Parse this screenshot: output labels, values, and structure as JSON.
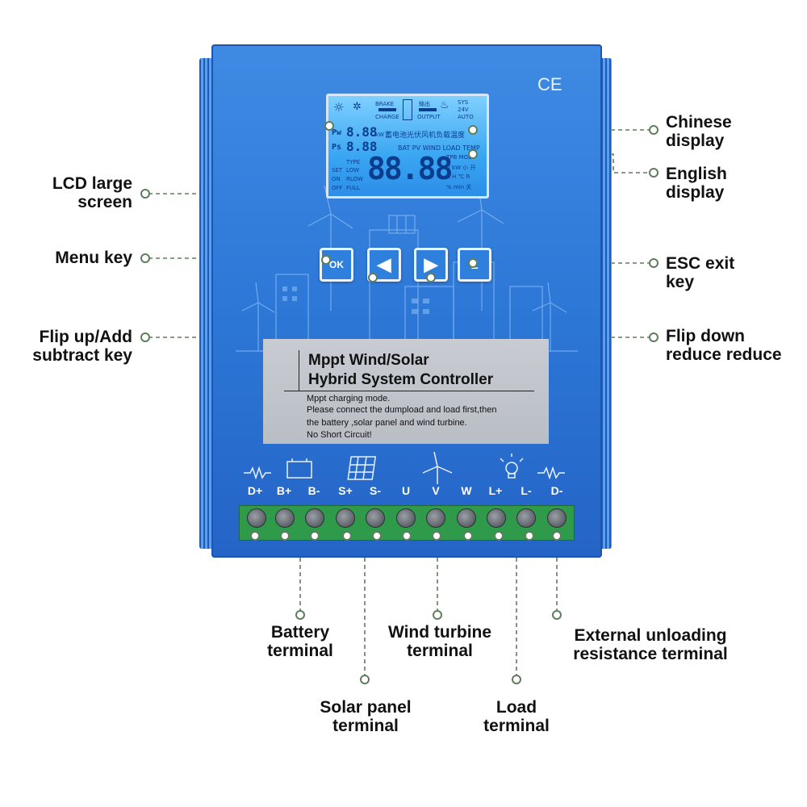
{
  "callouts": {
    "lcd": {
      "line1": "LCD large",
      "line2": "screen"
    },
    "menu": {
      "line1": "Menu key"
    },
    "flip_up": {
      "line1": "Flip up/Add",
      "line2": "subtract key"
    },
    "chinese": {
      "line1": "Chinese",
      "line2": "display"
    },
    "english": {
      "line1": "English",
      "line2": "display"
    },
    "esc": {
      "line1": "ESC exit",
      "line2": "key"
    },
    "flip_down": {
      "line1": "Flip down",
      "line2": "reduce reduce"
    },
    "battery": {
      "line1": "Battery",
      "line2": "terminal"
    },
    "wind": {
      "line1": "Wind turbine",
      "line2": "terminal"
    },
    "external": {
      "line1": "External unloading",
      "line2": "resistance terminal"
    },
    "solar": {
      "line1": "Solar panel",
      "line2": "terminal"
    },
    "load": {
      "line1": "Load",
      "line2": "terminal"
    }
  },
  "device": {
    "ce_mark": "CE",
    "lcd": {
      "brake": "BRAKE",
      "charge": "CHARGE",
      "output_cn": "输出",
      "output": "OUTPUT",
      "sys": "SYS",
      "v24": "24V",
      "auto": "AUTO",
      "pw": "Pw",
      "ps": "Ps",
      "digits_small1": "8.88",
      "digits_small2": "8.88",
      "unit_kw": "kW",
      "chinese_row": "蓄电池光伏风机负载温度",
      "english_row": "BAT PV WIND LOAD TEMP",
      "type": "TYPE",
      "set": "SET",
      "low": "LOW",
      "on": "ON",
      "rlow": "RLOW",
      "off": "OFF",
      "full": "FULL",
      "big_digits": "88.88",
      "tpb_mod": "TPB MOD",
      "right_units1": "V kW 小 开",
      "right_units2": "A H ℃ R",
      "right_units3": "% min 关"
    },
    "keys": {
      "ok": "OK",
      "left": "◀",
      "right": "▶",
      "esc": "E"
    },
    "plate": {
      "title1": "Mppt Wind/Solar",
      "title2": "Hybrid System Controller",
      "note1": "Mppt charging mode.",
      "note2": "Please connect the dumpload and load first,then",
      "note3": "the battery ,solar panel and wind turbine.",
      "note4": "No Short Circuit!"
    },
    "terminals": [
      "D+",
      "B+",
      "B-",
      "S+",
      "S-",
      "U",
      "V",
      "W",
      "L+",
      "L-",
      "D-"
    ]
  },
  "colors": {
    "body": "#2c76d6",
    "terminal_block": "#2f9a4a",
    "leader_line": "#5e7d5e"
  }
}
